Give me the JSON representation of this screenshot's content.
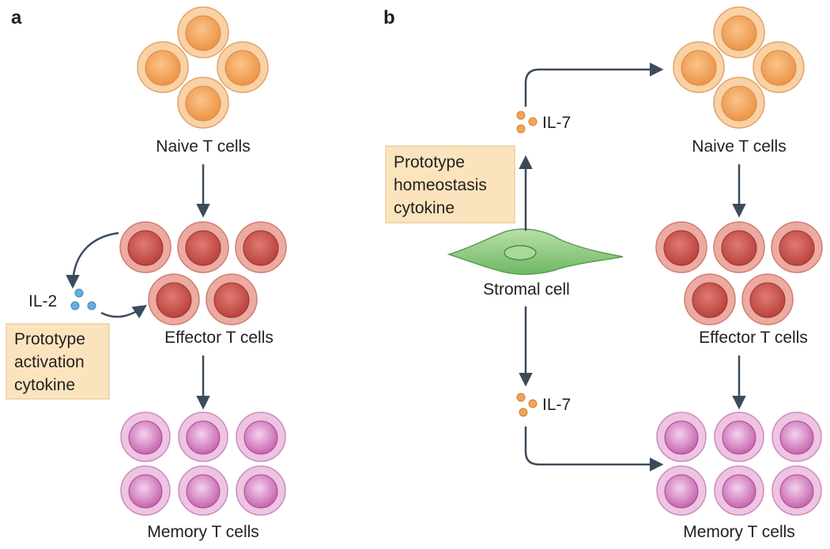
{
  "panel_a": {
    "letter": "a",
    "naive_label": "Naive T cells",
    "effector_label": "Effector T cells",
    "memory_label": "Memory T cells",
    "cytokine_label": "IL-2",
    "box_lines": [
      "Prototype",
      "activation",
      "cytokine"
    ]
  },
  "panel_b": {
    "letter": "b",
    "naive_label": "Naive T cells",
    "effector_label": "Effector T cells",
    "memory_label": "Memory T cells",
    "stromal_label": "Stromal cell",
    "cytokine_top_label": "IL-7",
    "cytokine_bottom_label": "IL-7",
    "box_lines": [
      "Prototype",
      "homeostasis",
      "cytokine"
    ]
  },
  "colors": {
    "naive_outer": "#f9d1a4",
    "naive_inner": "#f2a45a",
    "effector_outer": "#ecaaa0",
    "effector_inner": "#c44a44",
    "memory_outer": "#eec4e2",
    "memory_inner": "#c964b1",
    "il2_dot": "#66aee0",
    "il7_dot": "#f2a45a",
    "label_box_fill": "#fbe4bd",
    "label_box_stroke": "#e9cf9f",
    "stromal_fill": "#8fcc82",
    "arrow": "#3c4b5c"
  }
}
